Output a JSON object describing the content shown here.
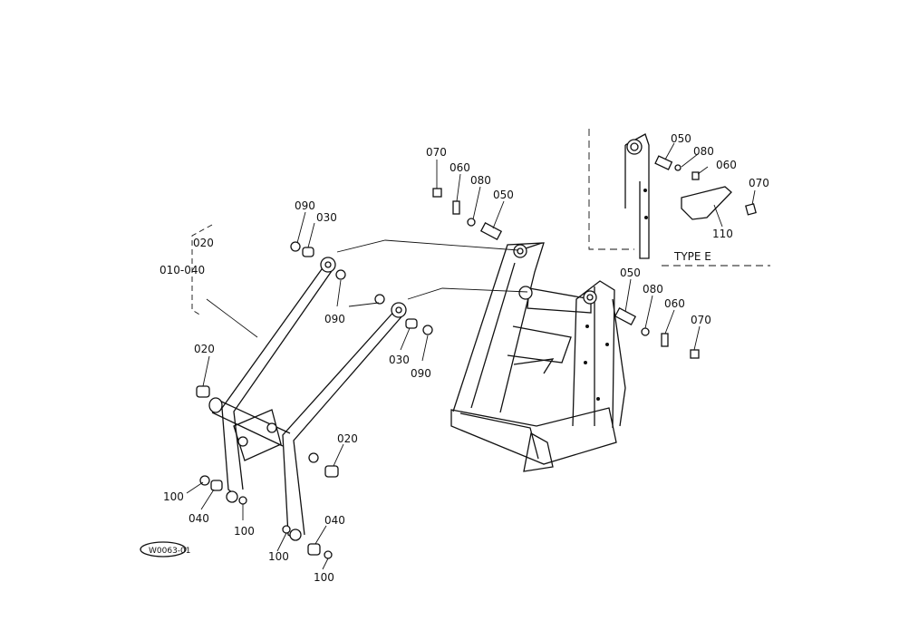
{
  "labels": {
    "l_010_040": "010-040",
    "l_020_top": "020",
    "l_020_left": "020",
    "l_020_right": "020",
    "l_090_top": "090",
    "l_030_top": "030",
    "l_090_mid": "090",
    "l_030_mid": "030",
    "l_090_right": "090",
    "l_070_top": "070",
    "l_060_top": "060",
    "l_080_top": "080",
    "l_050_top": "050",
    "l_050_right": "050",
    "l_080_right": "080",
    "l_060_right": "060",
    "l_070_right": "070",
    "l_100_left": "100",
    "l_040_left": "040",
    "l_100_left2": "100",
    "l_100_bot": "100",
    "l_040_bot": "040",
    "l_100_bot2": "100",
    "inset_050": "050",
    "inset_080": "080",
    "inset_060": "060",
    "inset_070": "070",
    "inset_110": "110",
    "inset_type": "TYPE  E"
  },
  "stamp": "W0063-01"
}
